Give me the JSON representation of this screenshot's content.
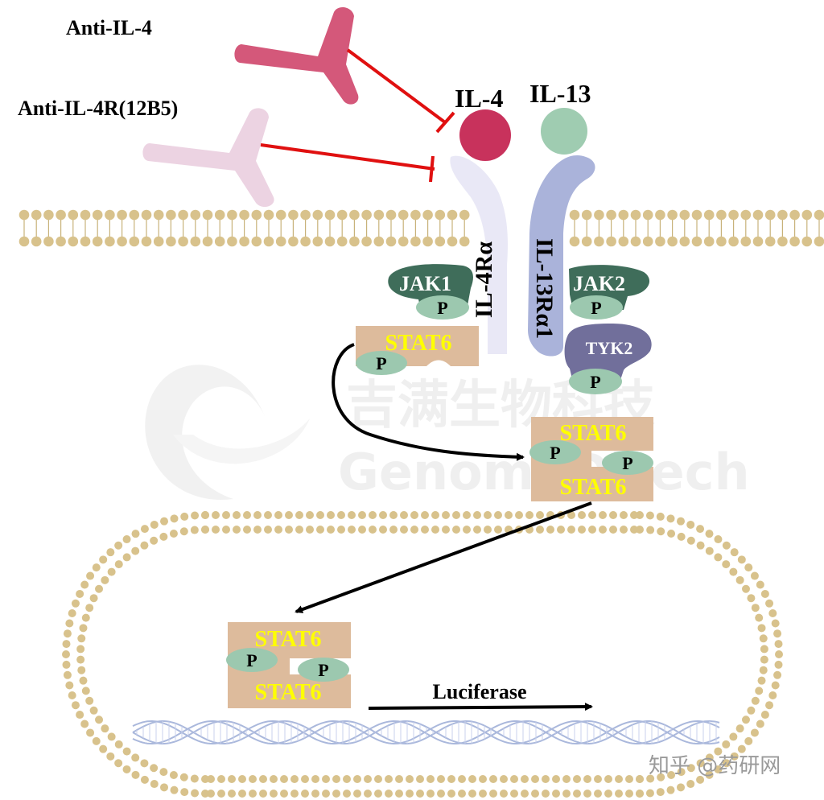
{
  "antibodies": {
    "anti_il4": "Anti-IL-4",
    "anti_il4r": "Anti-IL-4R(12B5)"
  },
  "cytokines": {
    "il4": "IL-4",
    "il13": "IL-13"
  },
  "receptors": {
    "il4ra": "IL-4Rα",
    "il13ra1": "IL-13Rα1"
  },
  "kinases": {
    "jak1": "JAK1",
    "jak2": "JAK2",
    "tyk2": "TYK2"
  },
  "phospho": "P",
  "stat": "STAT6",
  "reporter": "Luciferase",
  "watermark": {
    "chinese": "吉满生物科技",
    "english": "GenomeDitech",
    "source": "知乎 @药研网"
  },
  "colors": {
    "anti_il4_antibody": "#d4587a",
    "anti_il4r_antibody": "#ecd3e2",
    "inhibition": "#e01010",
    "il4": "#c8325c",
    "il13": "#9fccb1",
    "il4ra": "#e9e8f6",
    "il13ra1": "#aab3da",
    "kinase": "#3f6d5a",
    "tyk2": "#716f9b",
    "phospho": "#9cc8af",
    "stat6": "#ddbb9c",
    "membrane": "#d8c28c",
    "dna": "#aab8dc"
  }
}
